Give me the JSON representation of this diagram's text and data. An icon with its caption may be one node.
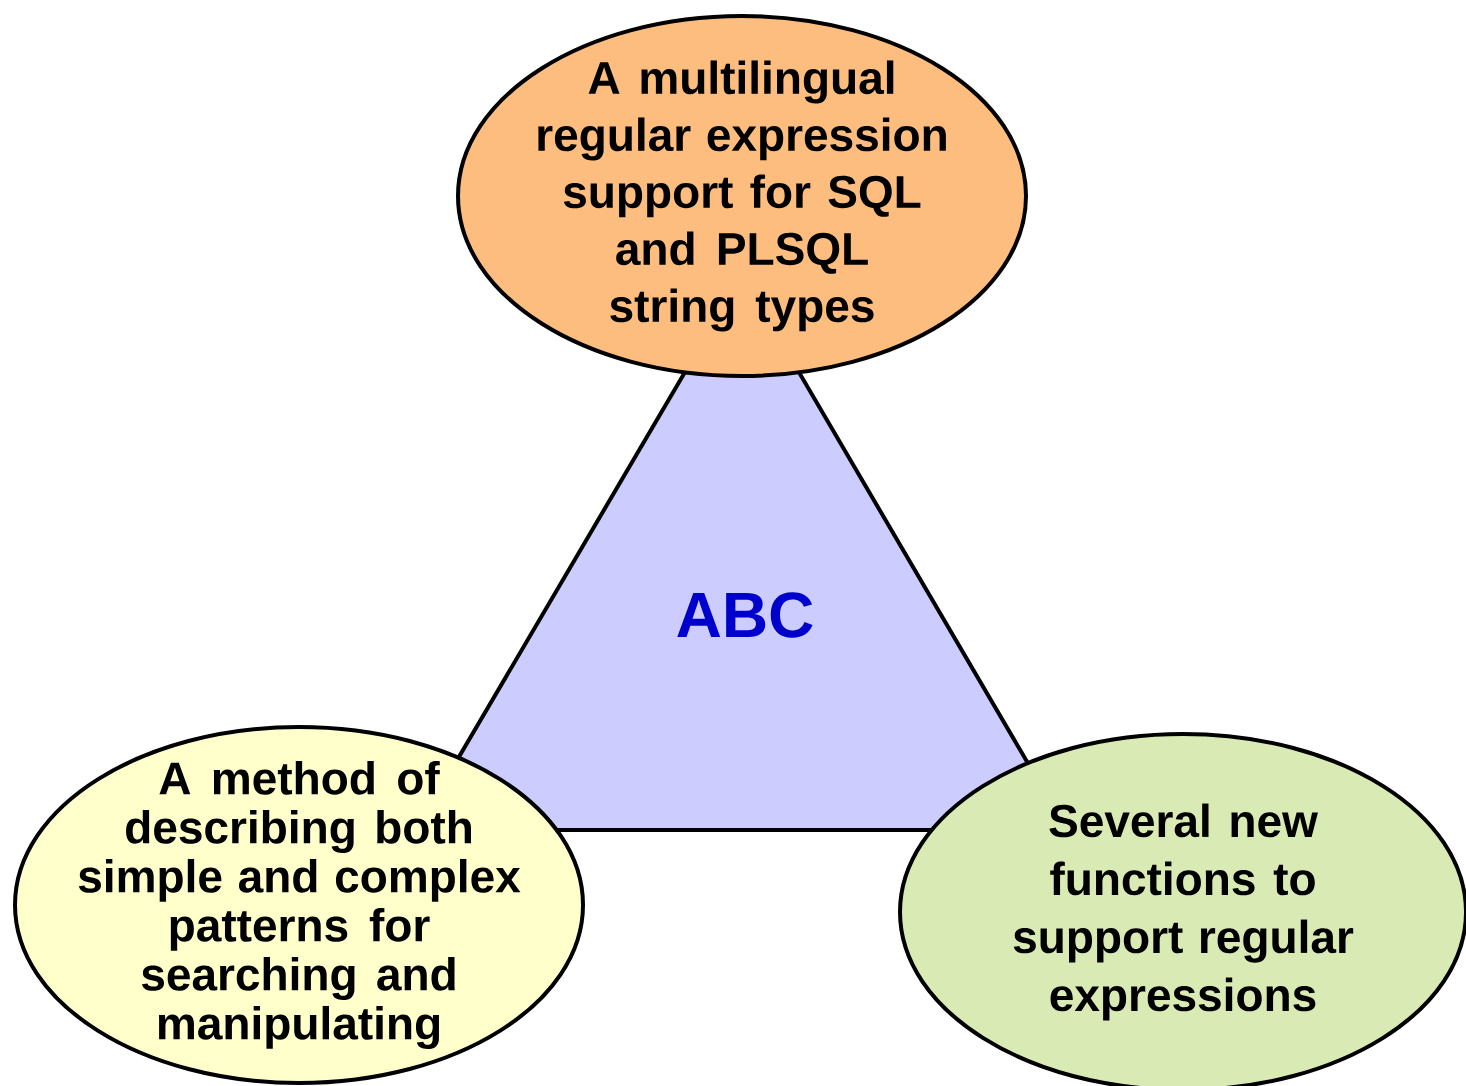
{
  "diagram": {
    "nodes": [
      {
        "text": [
          "ABC"
        ]
      },
      {
        "text": [
          "A multilingual regular expression support for SQL and PLSQL string types"
        ]
      },
      {
        "text": [
          "A method of describing both simple and complex patterns for searching and manipulating"
        ]
      },
      {
        "text": [
          "Several new functions to support regular expressions"
        ]
      }
    ]
  }
}
